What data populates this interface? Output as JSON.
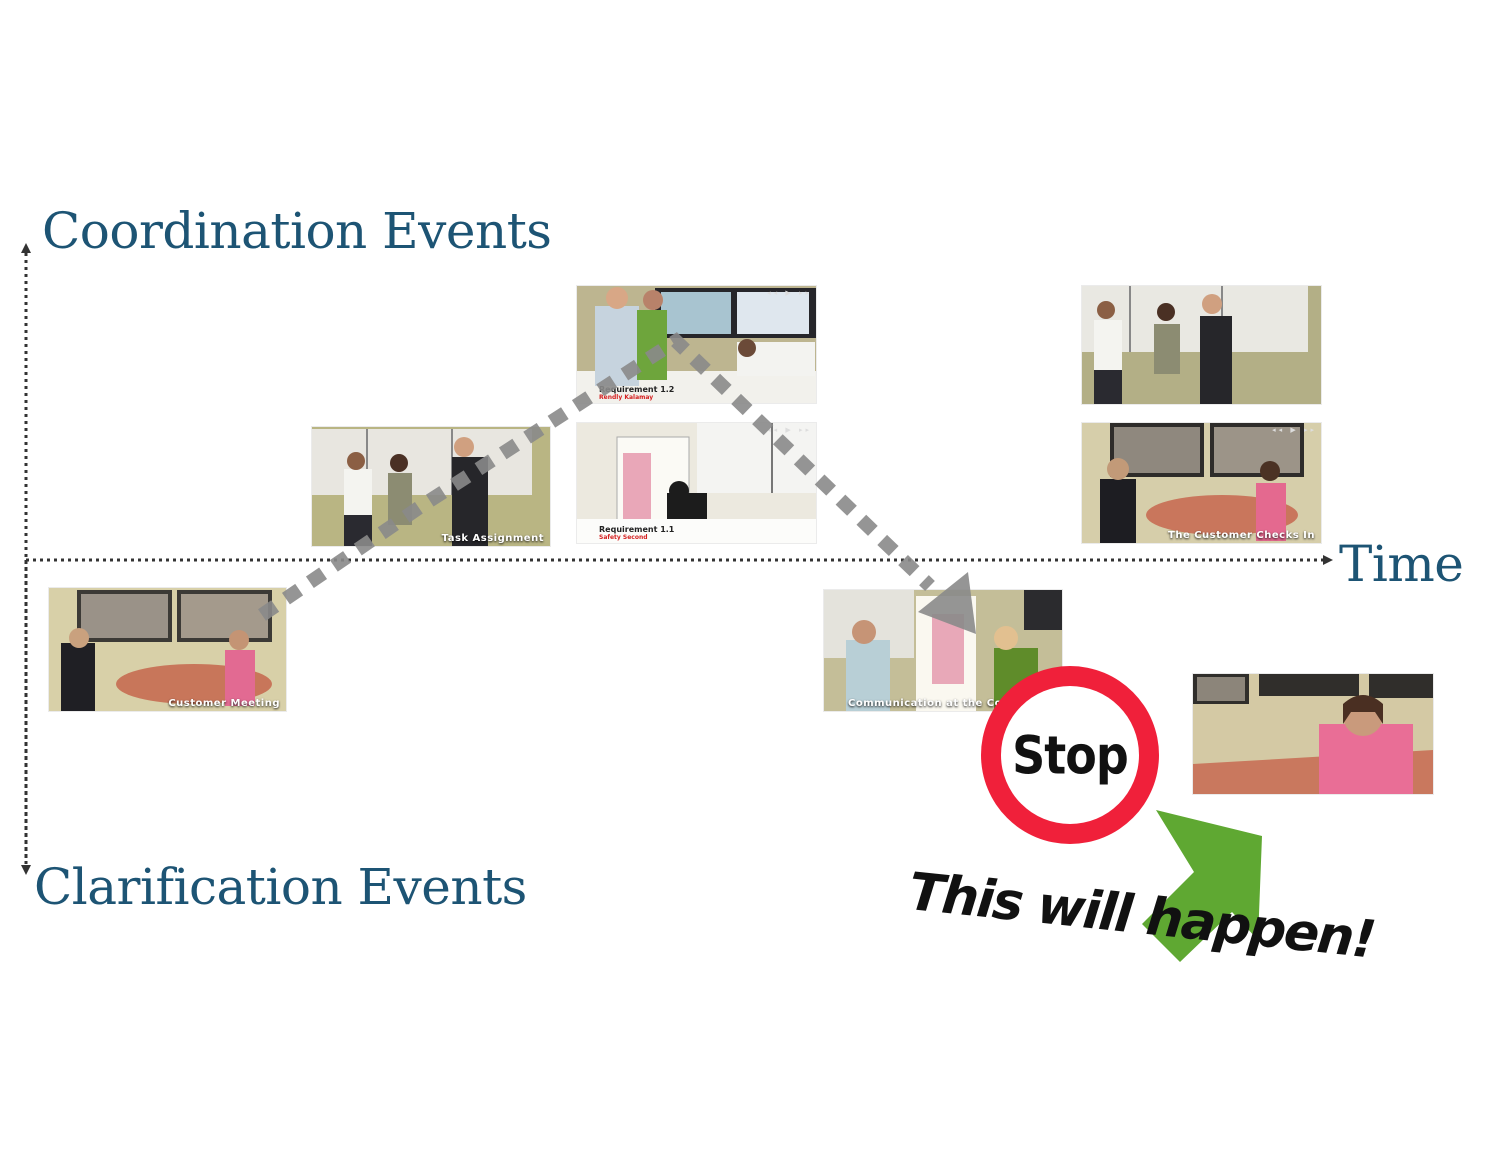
{
  "axes": {
    "y_top_label": "Coordination Events",
    "y_bottom_label": "Clarification Events",
    "x_label": "Time"
  },
  "thumbnails": [
    {
      "id": "t1",
      "caption": "Customer Meeting",
      "band": "clarification"
    },
    {
      "id": "t2",
      "caption": "Task Assignment",
      "band": "coordination"
    },
    {
      "id": "t3",
      "caption": "",
      "requirement": "Requirement 1.2",
      "requirement_sub": "Rendly Kalamay",
      "band": "coordination"
    },
    {
      "id": "t4",
      "caption": "",
      "requirement": "Requirement 1.1",
      "requirement_sub": "Safety Second",
      "band": "coordination"
    },
    {
      "id": "t5",
      "caption": "Communication at the Cof",
      "band": "clarification"
    },
    {
      "id": "t6",
      "caption": "",
      "band": "coordination"
    },
    {
      "id": "t7",
      "caption": "The Customer Checks In",
      "band": "coordination"
    },
    {
      "id": "t8",
      "caption": "",
      "band": "clarification"
    }
  ],
  "stop_sign": {
    "text": "Stop"
  },
  "callout": {
    "text": "This will happen!"
  },
  "colors": {
    "axis_label": "#1d5474",
    "axis_line": "#333333",
    "path_arrow": "#8a8a8a",
    "stop_ring": "#f0203a",
    "green_arrow": "#5fa832"
  }
}
